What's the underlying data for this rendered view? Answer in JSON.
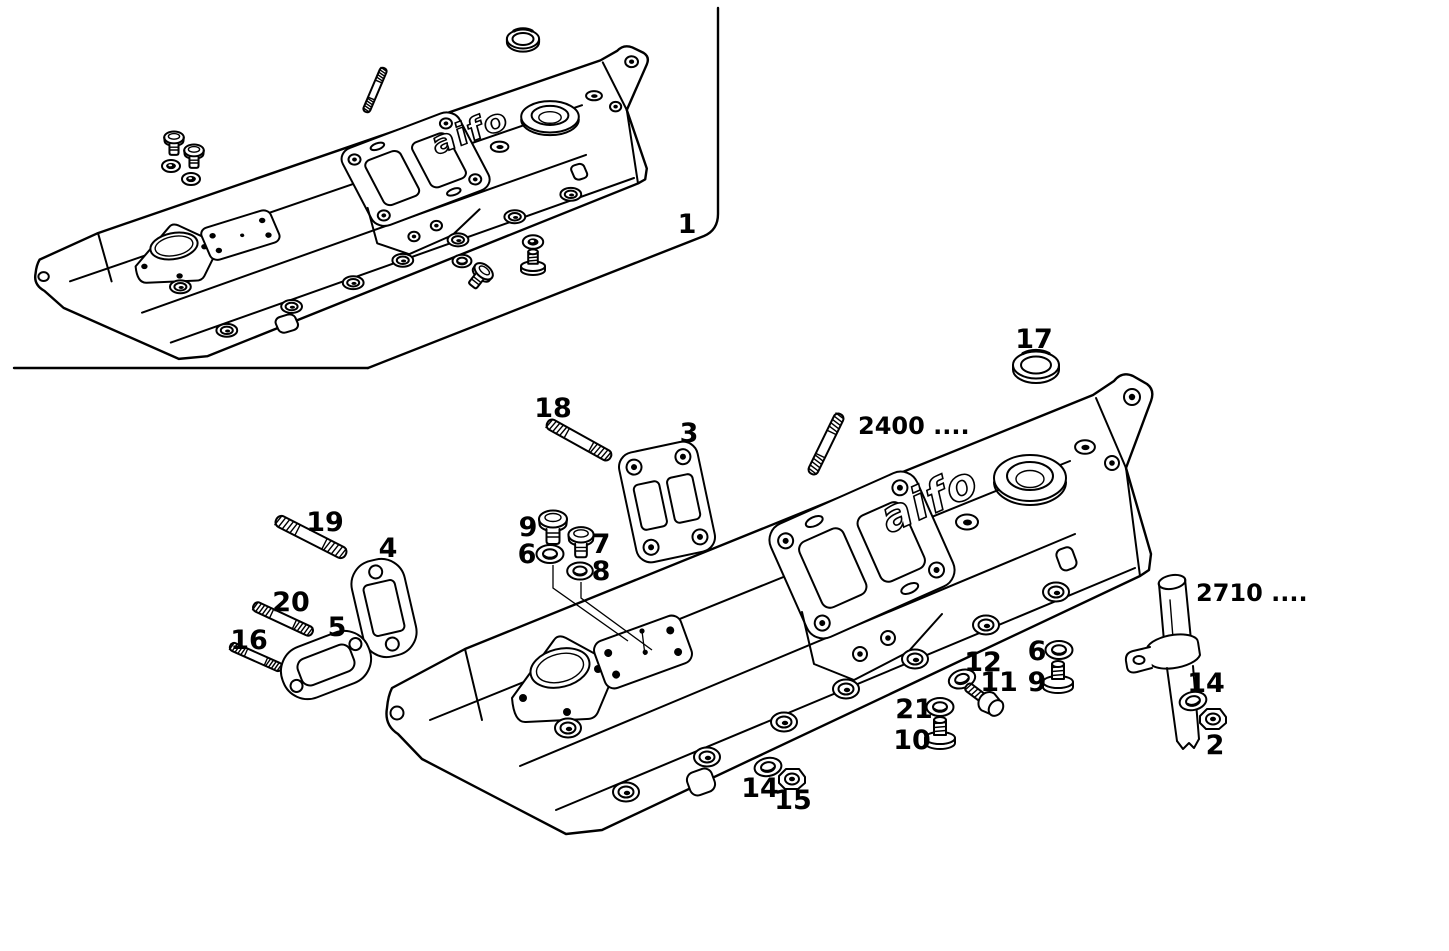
{
  "page": {
    "background": "#ffffff",
    "line_color": "#000000"
  },
  "logo": "aifo",
  "codes": {
    "manifold_ref": "2400 ....",
    "pipe_ref": "2710 ...."
  },
  "callouts": {
    "n1": "1",
    "n2": "2",
    "n3": "3",
    "n4": "4",
    "n5": "5",
    "n6": "6",
    "n7": "7",
    "n8": "8",
    "n9": "9",
    "n10": "10",
    "n11": "11",
    "n12": "12",
    "n14": "14",
    "n15": "15",
    "n16": "16",
    "n17": "17",
    "n18": "18",
    "n19": "19",
    "n20": "20",
    "n21": "21"
  }
}
